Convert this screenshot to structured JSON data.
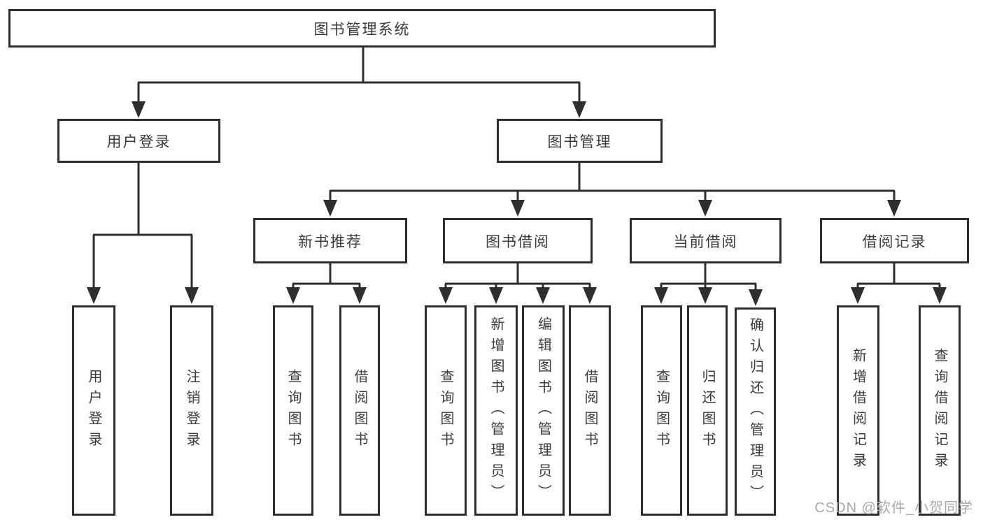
{
  "diagram": {
    "root": {
      "label": "图书管理系统"
    },
    "level2": {
      "user_login_group": {
        "label": "用户登录"
      },
      "book_mgmt": {
        "label": "图书管理"
      }
    },
    "level3": {
      "new_book_rec": {
        "label": "新书推荐"
      },
      "book_borrow": {
        "label": "图书借阅"
      },
      "current_borrow": {
        "label": "当前借阅"
      },
      "borrow_records": {
        "label": "借阅记录"
      }
    },
    "leaves": {
      "user_login": {
        "label": "用户登录"
      },
      "logout": {
        "label": "注销登录"
      },
      "query_books_new": {
        "label": "查询图书"
      },
      "borrow_books_new": {
        "label": "借阅图书"
      },
      "query_books_borrow": {
        "label": "查询图书"
      },
      "add_books_admin": {
        "label": "新增图书（管理员）"
      },
      "edit_books_admin": {
        "label": "编辑图书（管理员）"
      },
      "borrow_books_borrow": {
        "label": "借阅图书"
      },
      "query_books_current": {
        "label": "查询图书"
      },
      "return_books": {
        "label": "归还图书"
      },
      "confirm_return_admin": {
        "label": "确认归还（管理员）"
      },
      "add_borrow_record": {
        "label": "新增借阅记录"
      },
      "query_borrow_record": {
        "label": "查询借阅记录"
      }
    }
  },
  "watermark": {
    "text": "CSDN @软件_小贺同学"
  },
  "colors": {
    "line": "#2e2e2e",
    "text": "#3a3a3a",
    "watermark": "#a9a9a9",
    "background": "#ffffff"
  }
}
